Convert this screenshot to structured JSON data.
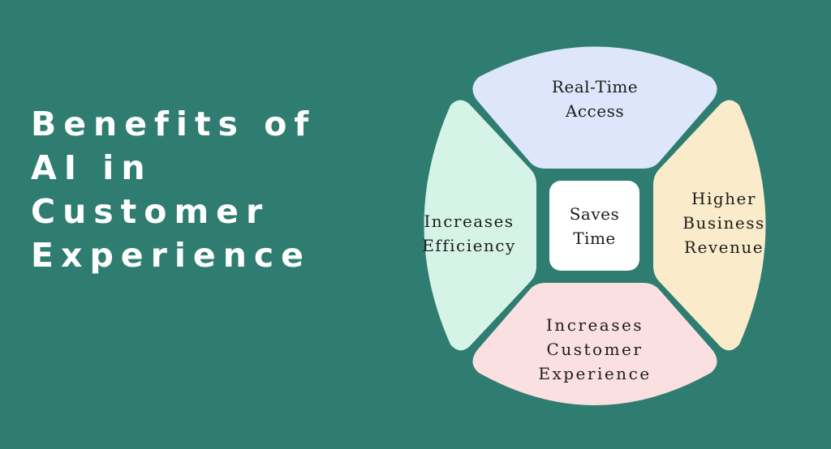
{
  "title": {
    "lines": [
      "Benefits of",
      "AI in",
      "Customer",
      "Experience"
    ]
  },
  "diagram": {
    "center": {
      "lines": [
        "Saves",
        "Time"
      ],
      "color": "#ffffff"
    },
    "segments": [
      {
        "position": "top",
        "lines": [
          "Real-Time",
          "Access"
        ],
        "color": "#dde6fb"
      },
      {
        "position": "right",
        "lines": [
          "Higher",
          "Business",
          "Revenue"
        ],
        "color": "#faeccb"
      },
      {
        "position": "bottom",
        "lines": [
          "Increases",
          "Customer",
          "Experience"
        ],
        "color": "#fbe0e1"
      },
      {
        "position": "left",
        "lines": [
          "Increases",
          "Efficiency"
        ],
        "color": "#d6f3e7"
      }
    ]
  },
  "colors": {
    "background": "#2e7d70",
    "text": "#1c1c1c",
    "title": "#ffffff"
  }
}
